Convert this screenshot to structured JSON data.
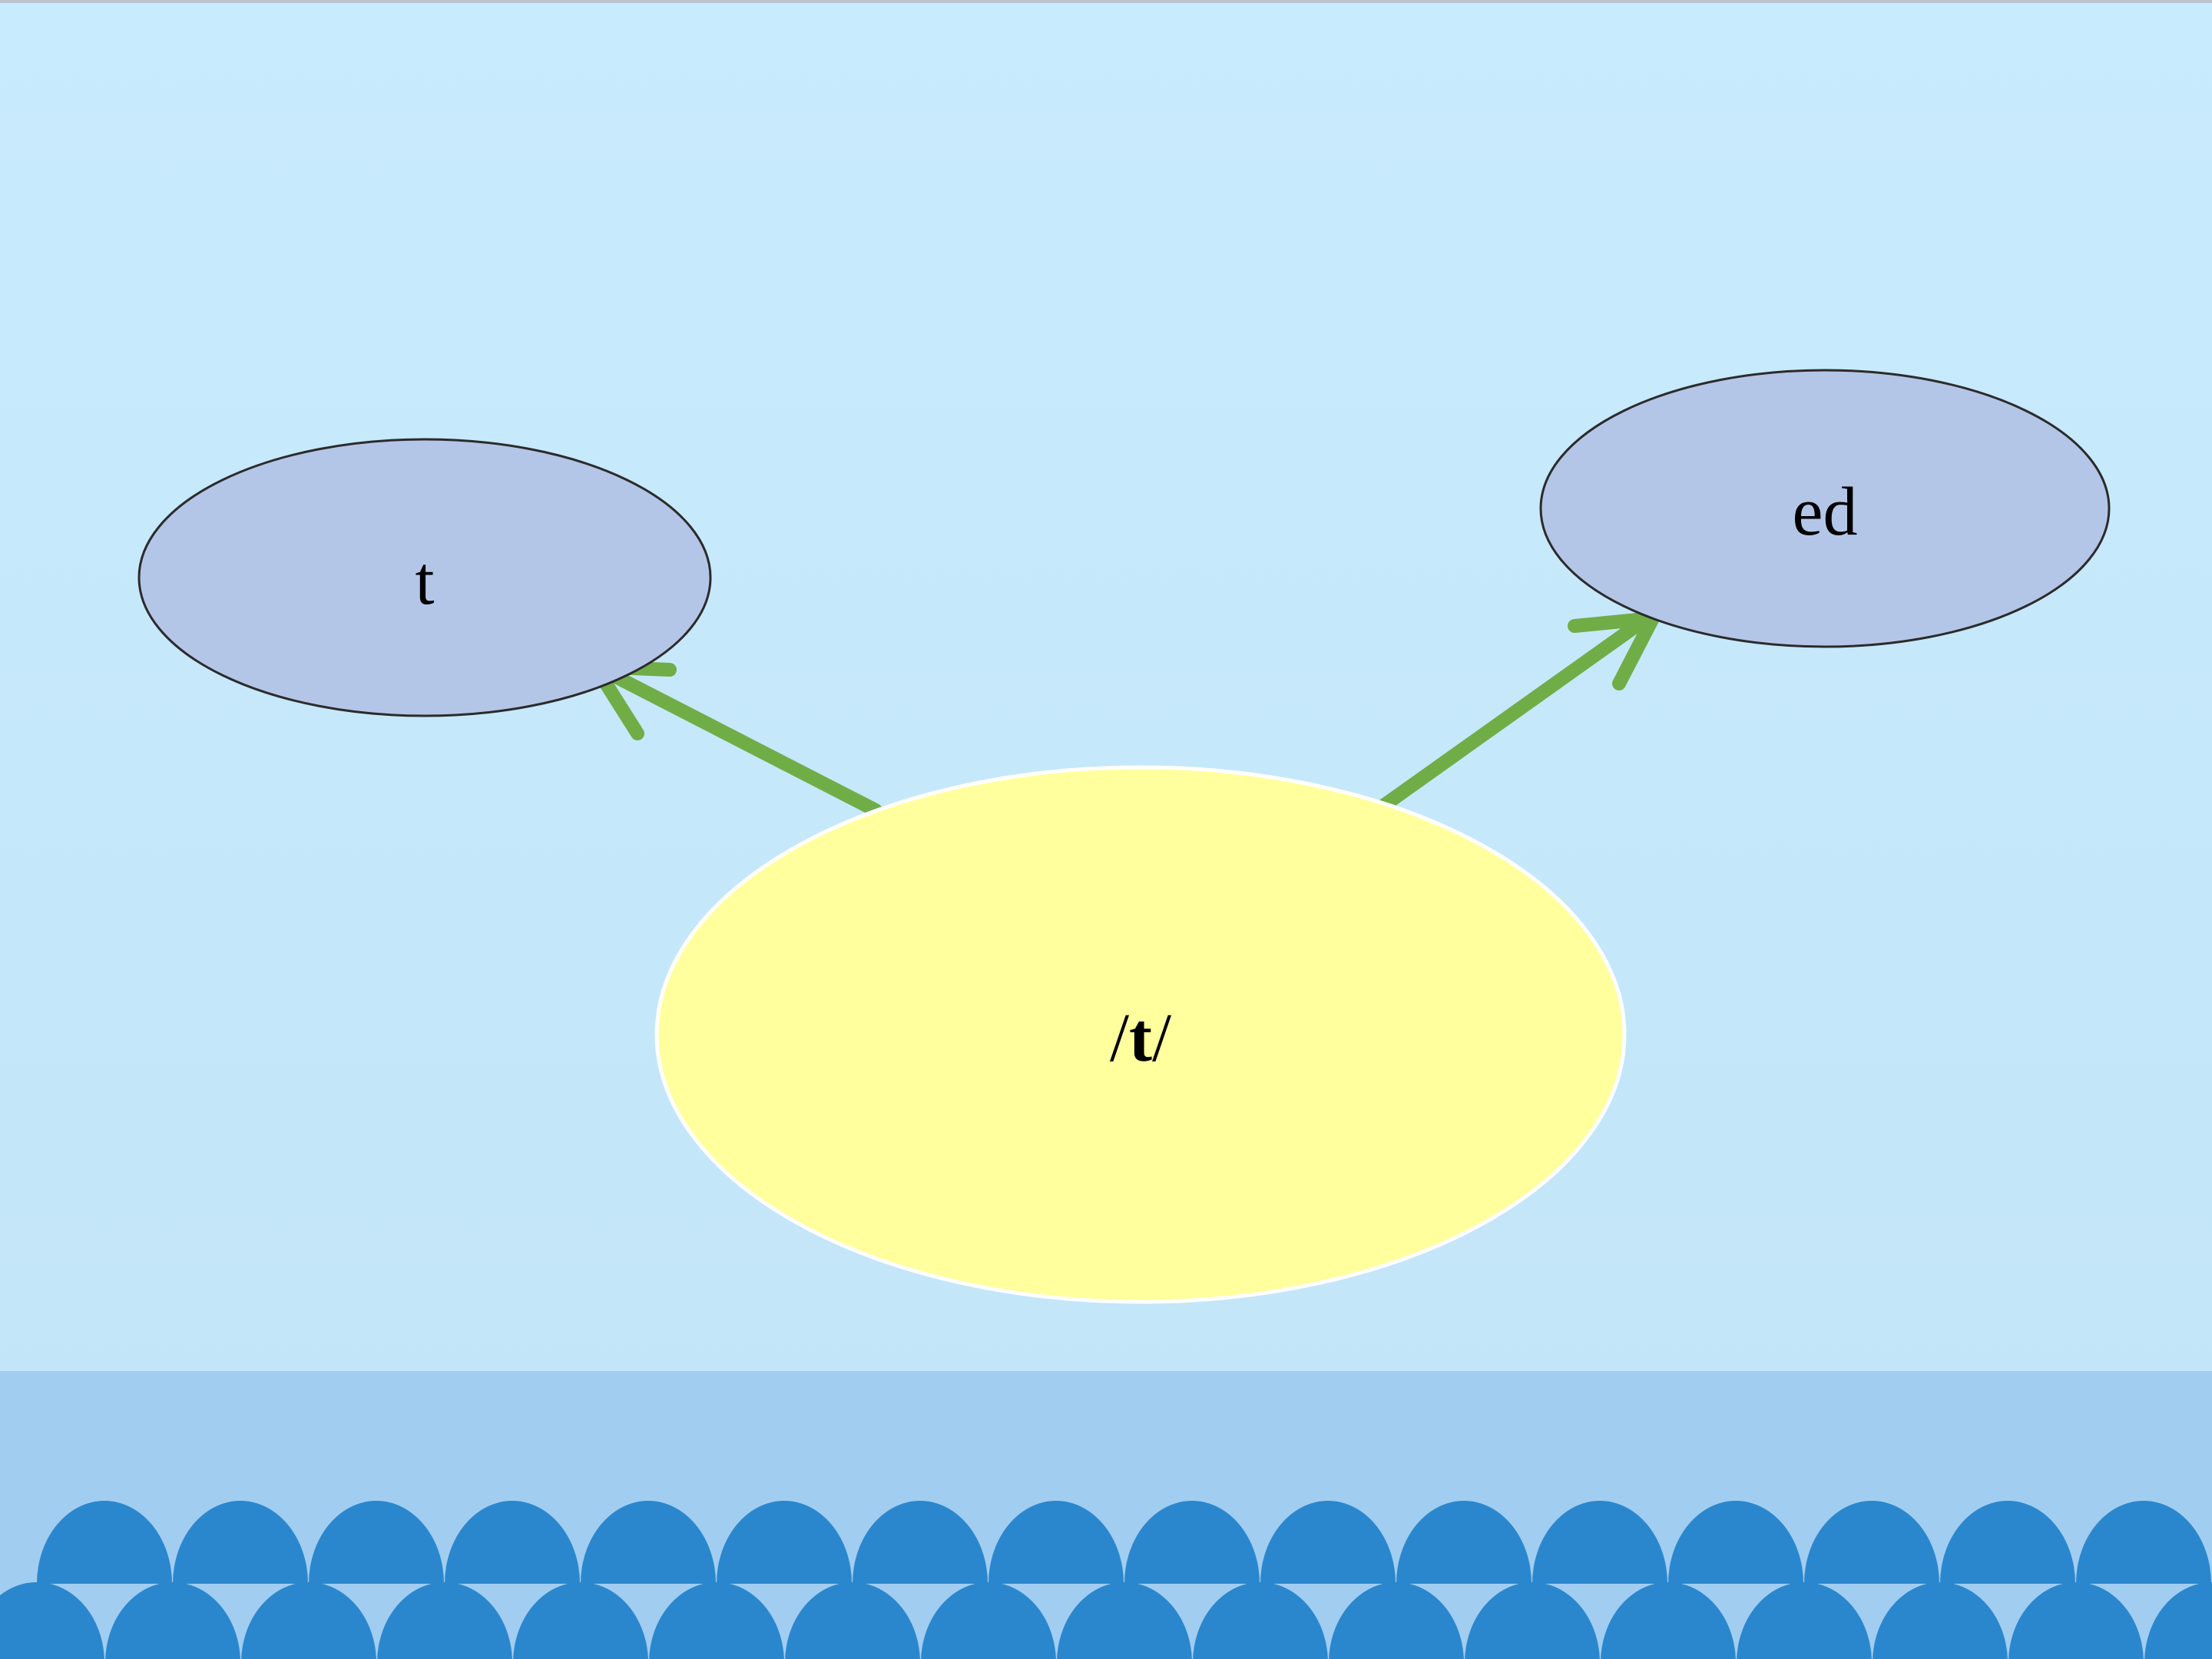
{
  "diagram": {
    "center_node": {
      "label_slash_left": "/",
      "label_main": "t",
      "label_slash_right": "/"
    },
    "left_node": {
      "label": "t"
    },
    "right_node": {
      "label": "ed"
    }
  },
  "colors": {
    "center_fill": "#ffff9d",
    "center_stroke": "#ffffff",
    "leaf_fill": "#b4c6e7",
    "leaf_stroke": "#2b2b2b",
    "arrow": "#70ad47",
    "wave": "#2a87ce",
    "ground": "#a1cdf1"
  }
}
